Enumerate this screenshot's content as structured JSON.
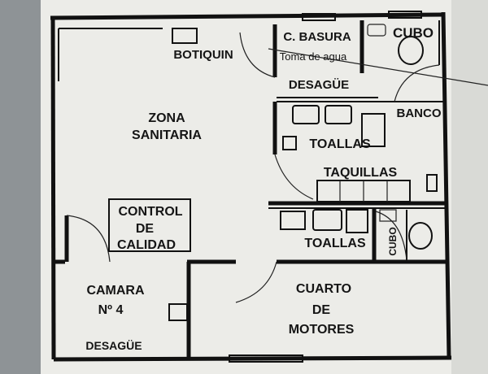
{
  "plan": {
    "rooms": {
      "botiquin": "BOTIQUIN",
      "zona_sanitaria": [
        "ZONA",
        "SANITARIA"
      ],
      "c_basura": "C. BASURA",
      "toma_de_agua": "Toma de agua",
      "desague_top": "DESAGÜE",
      "cubo_top": "CUBO",
      "banco": "BANCO",
      "toallas_top": "TOALLAS",
      "taquillas": "TAQUILLAS",
      "toallas_bottom": "TOALLAS",
      "cubo_vertical": "CUBO",
      "control_calidad": [
        "CONTROL",
        "DE",
        "CALIDAD"
      ],
      "camara": [
        "CAMARA",
        "Nº 4"
      ],
      "desague_bottom": "DESAGÜE",
      "cuarto_motores": [
        "CUARTO",
        "DE",
        "MOTORES"
      ]
    },
    "colors": {
      "paper": "#eeeeea",
      "ink": "#111111",
      "background": "#8e9396"
    }
  }
}
